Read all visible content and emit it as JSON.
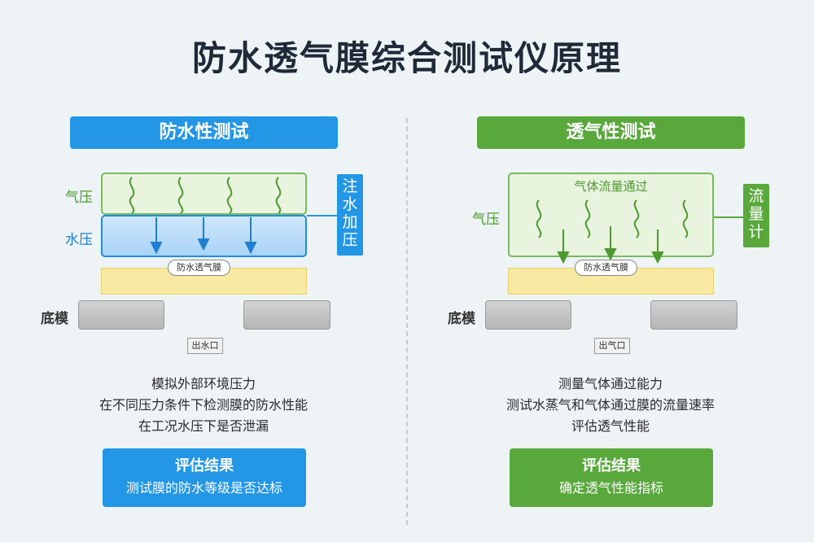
{
  "title": "防水透气膜综合测试仪原理",
  "left": {
    "header": "防水性测试",
    "label_gas": "气压",
    "label_water": "水压",
    "side_box": [
      "注",
      "水",
      "加",
      "压"
    ],
    "membrane": "防水透气膜",
    "label_base": "底模",
    "outlet": "出水口",
    "desc": [
      "模拟外部环境压力",
      "在不同压力条件下检测膜的防水性能",
      "在工况水压下是否泄漏"
    ],
    "result_title": "评估结果",
    "result_text": "测试膜的防水等级是否达标"
  },
  "right": {
    "header": "透气性测试",
    "label_gas": "气压",
    "box_label": "气体流量通过",
    "side_box": [
      "流",
      "量",
      "计"
    ],
    "membrane": "防水透气膜",
    "label_base": "底模",
    "outlet": "出气口",
    "desc": [
      "测量气体通过能力",
      "测试水蒸气和气体通过膜的流量速率",
      "评估透气性能"
    ],
    "result_title": "评估结果",
    "result_text": "确定透气性能指标"
  },
  "colors": {
    "blue": "#2496e6",
    "green": "#58a83c",
    "membrane": "#f8e9a2",
    "base": "#c4c4c4"
  },
  "icons": [
    "wavy-line-icon",
    "arrow-down-icon"
  ]
}
